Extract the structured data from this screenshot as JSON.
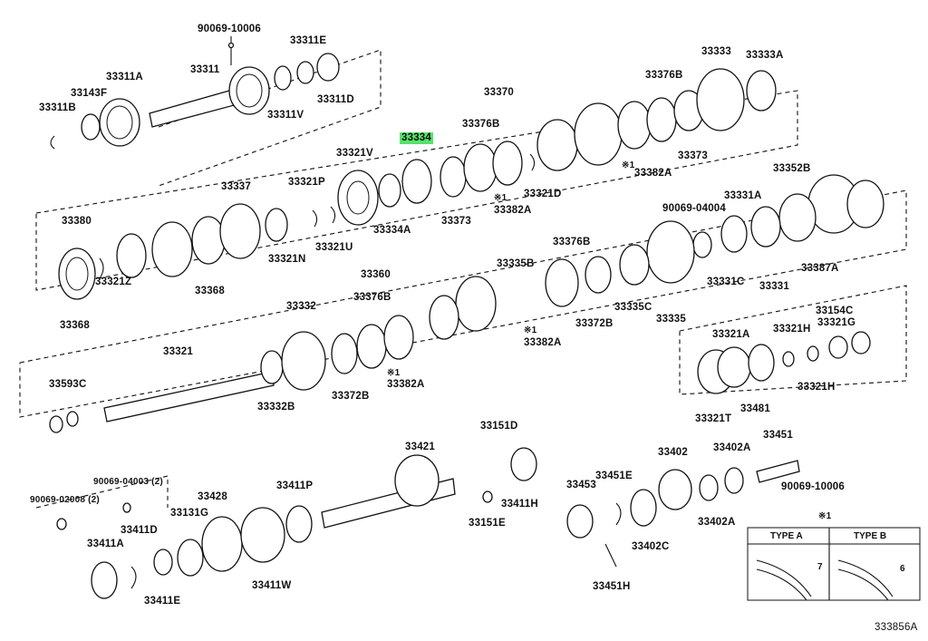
{
  "diagram_id": "333856A",
  "highlight": "33334",
  "labels": {
    "l_90069_10006_top": "90069-10006",
    "l_33311E": "33311E",
    "l_33311": "33311",
    "l_33311A": "33311A",
    "l_33143F": "33143F",
    "l_33311B": "33311B",
    "l_33311V": "33311V",
    "l_33311D": "33311D",
    "l_33370": "33370",
    "l_33333": "33333",
    "l_33333A": "33333A",
    "l_33376B_top": "33376B",
    "l_33334": "33334",
    "l_33376B_mid": "33376B",
    "l_33321V": "33321V",
    "l_33373_top": "33373",
    "l_33382A_top": "33382A",
    "l_33373_mid": "33373",
    "l_33382A_mid": "33382A",
    "l_33321D": "33321D",
    "l_33334A": "33334A",
    "l_33352B": "33352B",
    "l_33337": "33337",
    "l_33321P": "33321P",
    "l_33380": "33380",
    "l_33321N": "33321N",
    "l_33321U": "33321U",
    "l_33368_a": "33368",
    "l_33321Z": "33321Z",
    "l_33368_b": "33368",
    "l_90069_04004": "90069-04004",
    "l_33331A": "33331A",
    "l_33376B_c": "33376B",
    "l_33360": "33360",
    "l_33335B": "33335B",
    "l_33331C": "33331C",
    "l_33331": "33331",
    "l_33387A": "33387A",
    "l_33376B_d": "33376B",
    "l_33382A_c": "33382A",
    "l_33372B_a": "33372B",
    "l_33335C": "33335C",
    "l_33335": "33335",
    "l_33332": "33332",
    "l_33321": "33321",
    "l_33321A": "33321A",
    "l_33321H_a": "33321H",
    "l_33321G": "33321G",
    "l_33154C": "33154C",
    "l_33372B_b": "33372B",
    "l_33382A_d": "33382A",
    "l_33593C": "33593C",
    "l_33332B": "33332B",
    "l_33321T": "33321T",
    "l_33481": "33481",
    "l_33321H_b": "33321H",
    "l_33151D": "33151D",
    "l_33421": "33421",
    "l_33402": "33402",
    "l_33402A_a": "33402A",
    "l_33451": "33451",
    "l_90069_04003": "90069-04003 (2)",
    "l_90069_02008": "90069-02008 (2)",
    "l_33428": "33428",
    "l_33411P": "33411P",
    "l_33131G": "33131G",
    "l_33411H": "33411H",
    "l_33151E": "33151E",
    "l_33453": "33453",
    "l_33451E": "33451E",
    "l_90069_10006_b": "90069-10006",
    "l_33411D": "33411D",
    "l_33411A": "33411A",
    "l_33402A_b": "33402A",
    "l_33402C": "33402C",
    "l_33411E": "33411E",
    "l_33411W": "33411W",
    "l_33451H": "33451H",
    "mark_star1": "※1",
    "star_a": "※1",
    "star_b": "※1",
    "star_c": "※1",
    "star_d": "※1",
    "type_a": "TYPE A",
    "type_b": "TYPE B",
    "type_a_num": "7",
    "type_b_num": "6"
  }
}
